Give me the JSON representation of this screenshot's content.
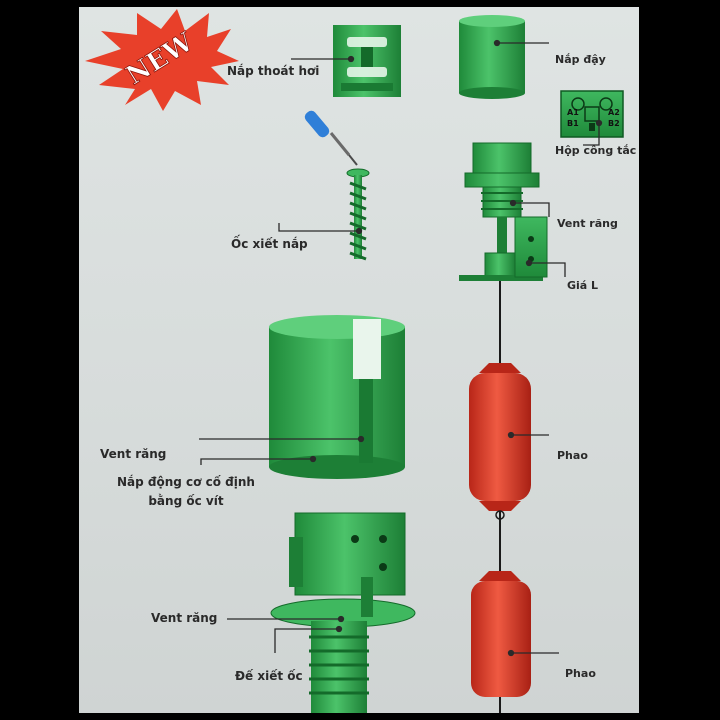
{
  "badge": {
    "text": "NEW"
  },
  "labels": {
    "vent_cap": "Nắp thoát hơi",
    "cover": "Nắp đậy",
    "switch_box": "Hộp công tắc",
    "screw": "Ốc xiết nắp",
    "vent_thread_top": "Vent răng",
    "l_bracket": "Giá L",
    "vent_thread_mid": "Vent răng",
    "motor_cover": "Nắp động cơ cố định\nbằng ốc vít",
    "float_top": "Phao",
    "vent_thread_bottom": "Vent răng",
    "nut_base": "Đế xiết ốc",
    "float_bottom": "Phao"
  },
  "switch_terminals": [
    "A1",
    "A2",
    "B1",
    "B2"
  ],
  "colors": {
    "part_green": "#2aa84a",
    "float_red": "#d63a2a",
    "badge_red": "#e8402a",
    "leader": "#2a2a2a"
  }
}
